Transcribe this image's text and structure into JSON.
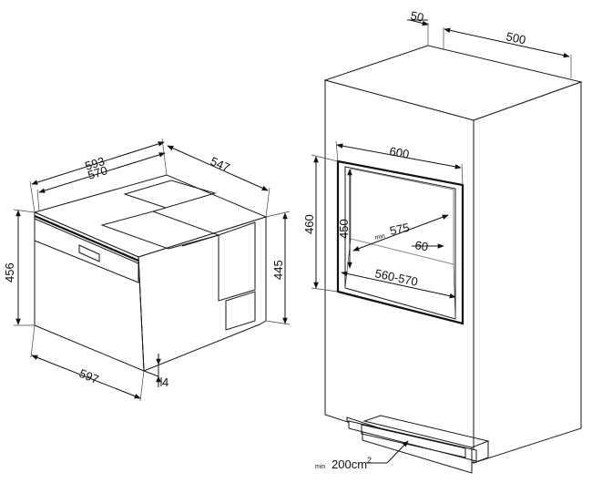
{
  "oven": {
    "width_outer": "593",
    "width_inner": "570",
    "depth": "547",
    "height_front": "456",
    "height_side": "445",
    "front_width": "597",
    "bottom_gap": "4"
  },
  "cabinet": {
    "top_depth_offset": "50",
    "top_depth": "500",
    "opening_width": "600",
    "opening_height_outer": "460",
    "opening_height_inner": "450",
    "min_depth_prefix": "min",
    "min_depth": "575",
    "side_gap": "60",
    "inner_width": "560-570",
    "vent_prefix": "min",
    "vent_area": "200cm",
    "vent_sup": "2"
  }
}
